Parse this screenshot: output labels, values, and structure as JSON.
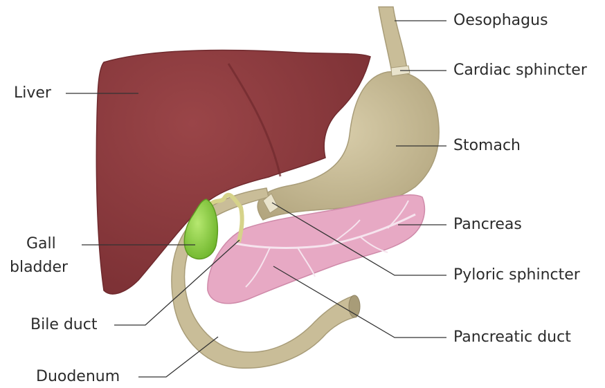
{
  "labels": {
    "oesophagus": "Oesophagus",
    "cardiac_sphincter": "Cardiac sphincter",
    "stomach": "Stomach",
    "pancreas": "Pancreas",
    "pyloric_sphincter": "Pyloric sphincter",
    "pancreatic_duct": "Pancreatic duct",
    "liver": "Liver",
    "gall_line1": "Gall",
    "gall_line2": "bladder",
    "bile_duct": "Bile duct",
    "duodenum": "Duodenum"
  },
  "colors": {
    "liver": "#8e3b3e",
    "liver_shade": "#6f2a2e",
    "stomach": "#c9bd98",
    "stomach_shade": "#a89c78",
    "pancreas": "#e7a9c4",
    "pancreas_vein": "#f6e4ee",
    "gallbladder": "#8ccf3c",
    "leader_line": "#333333"
  }
}
